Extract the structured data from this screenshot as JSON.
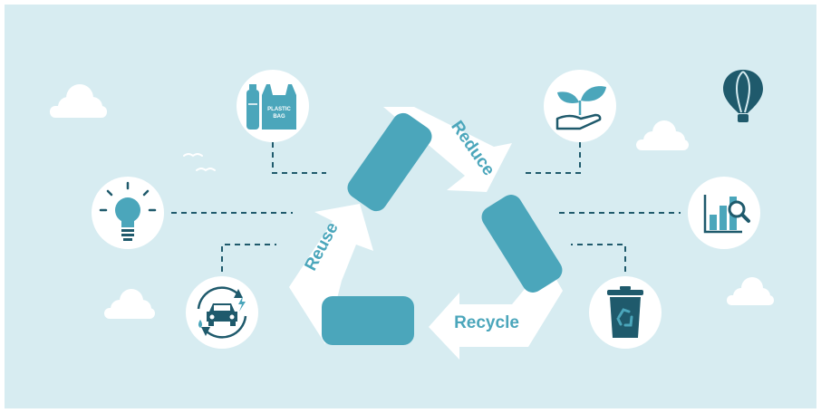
{
  "cycle": {
    "reduce_label": "Reduce",
    "recycle_label": "Recycle",
    "reuse_label": "Reuse"
  },
  "icons": {
    "plastic_bag_text_1": "PLASTIC",
    "plastic_bag_text_2": "BAG"
  },
  "colors": {
    "background": "#d7ecf1",
    "accent": "#4ba6bb",
    "dark": "#1f5a6c",
    "white": "#ffffff"
  }
}
